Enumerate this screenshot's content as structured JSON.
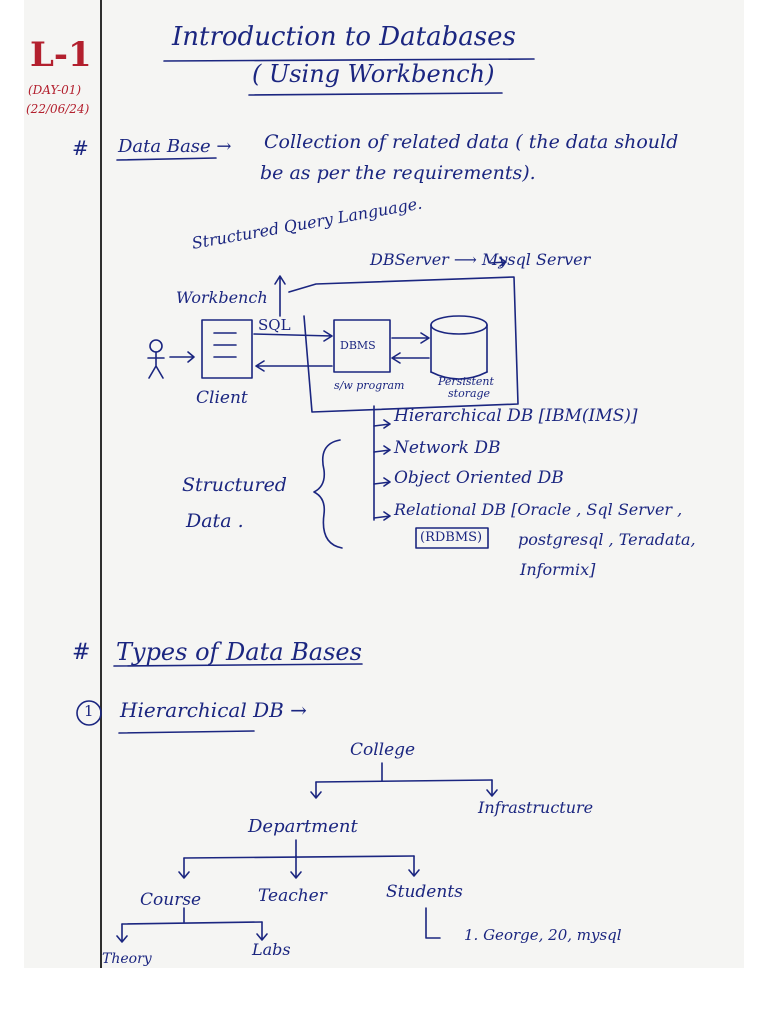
{
  "lecture": {
    "number": "L-1",
    "day": "(DAY-01)",
    "date": "(22/06/24)"
  },
  "title": {
    "line1": "Introduction to Databases",
    "line2": "( Using Workbench)"
  },
  "definition": {
    "bullet": "#",
    "term": "Data Base →",
    "text_line1": "Collection of related data ( the data should",
    "text_line2": "be as per the requirements)."
  },
  "diagram": {
    "sql_full_form": "Structured Query Language.",
    "workbench": "Workbench",
    "sql": "SQL",
    "db_server": "DBServer ⟶ Mysql Server",
    "dbms": "DBMS",
    "sw_program": "s/w program",
    "persistent_storage_line1": "Persistent",
    "persistent_storage_line2": "storage",
    "client": "Client"
  },
  "db_kinds": {
    "structured_data_line1": "Structured",
    "structured_data_line2": "Data .",
    "items": [
      "Hierarchical DB [IBM(IMS)]",
      "Network DB",
      "Object Oriented DB",
      "Relational DB [Oracle , Sql Server ,"
    ],
    "relational_cont_line1": "postgresql , Teradata,",
    "relational_cont_line2": "Informix]",
    "rdbms_label": "(RDBMS)"
  },
  "types": {
    "bullet": "#",
    "heading": "Types of Data Bases",
    "first_number": "1",
    "first_label": "Hierarchical DB →"
  },
  "tree": {
    "root": "College",
    "infrastructure": "Infrastructure",
    "department": "Department",
    "course": "Course",
    "teacher": "Teacher",
    "students": "Students",
    "theory": "Theory",
    "labs": "Labs",
    "student_record": "1.  George, 20, mysql"
  },
  "colors": {
    "ink": "#1b2680",
    "red_ink": "#b3202e",
    "paper": "#f5f5f3",
    "margin_line": "#2e2e2e"
  }
}
